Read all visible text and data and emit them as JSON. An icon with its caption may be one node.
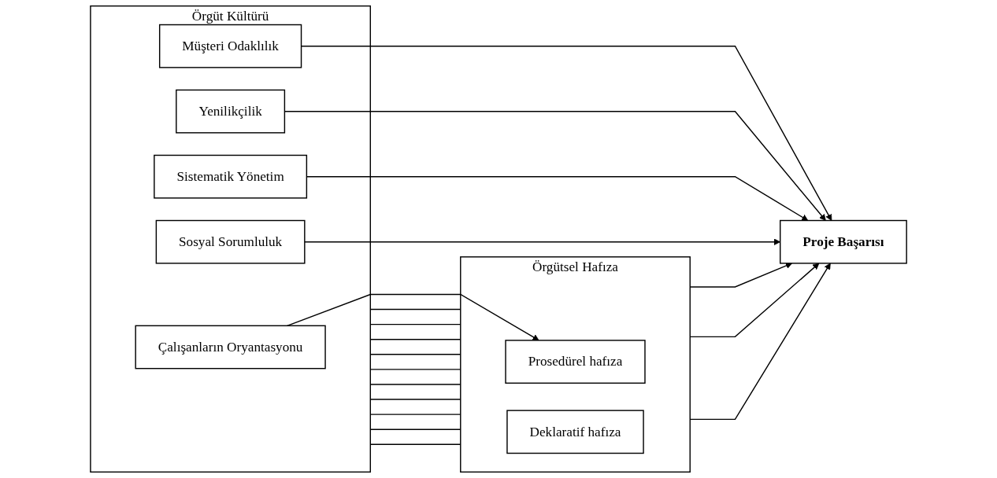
{
  "diagram": {
    "nodes": [
      {
        "text": [
          "Örgüt Kültürü"
        ]
      },
      {
        "text": [
          "Çalışanların Oryantasyonu"
        ],
        "in": 0
      },
      {
        "text": [
          "Müşteri Odaklılık"
        ],
        "in": 0
      },
      {
        "text": [
          "Yenilikçilik"
        ],
        "in": 0
      },
      {
        "text": [
          "Sistematik Yönetim"
        ],
        "in": 0
      },
      {
        "text": [
          "Sosyal Sorumluluk"
        ],
        "in": 0
      },
      {
        "text": [
          "Örgütsel Hafıza"
        ]
      },
      {
        "text": [
          "Prosedürel hafıza"
        ],
        "in": 6
      },
      {
        "text": [
          "Deklaratif hafıza"
        ],
        "in": 6
      },
      {
        "text": [
          "Proje Başarısı"
        ]
      }
    ],
    "edges": [
      {
        "from": 0,
        "to": 6,
        "arrow": "none"
      },
      {
        "from": 0,
        "to": 6,
        "arrow": "none"
      },
      {
        "from": 0,
        "to": 6,
        "arrow": "none"
      },
      {
        "from": 0,
        "to": 6,
        "arrow": "none"
      },
      {
        "from": 0,
        "to": 6,
        "arrow": "none"
      },
      {
        "from": 0,
        "to": 6,
        "arrow": "none"
      },
      {
        "from": 0,
        "to": 6,
        "arrow": "none"
      },
      {
        "from": 0,
        "to": 6,
        "arrow": "none"
      },
      {
        "from": 0,
        "to": 6,
        "arrow": "none"
      },
      {
        "from": 0,
        "to": 6,
        "arrow": "none"
      },
      {
        "from": 1,
        "to": 7,
        "arrow": "to"
      },
      {
        "from": 2,
        "to": 9,
        "arrow": "to"
      },
      {
        "from": 3,
        "to": 9,
        "arrow": "to"
      },
      {
        "from": 4,
        "to": 9,
        "arrow": "to"
      },
      {
        "from": 5,
        "to": 9,
        "arrow": "to"
      },
      {
        "from": 6,
        "to": 9,
        "arrow": "to"
      },
      {
        "from": 6,
        "to": 9,
        "arrow": "to"
      },
      {
        "from": 6,
        "to": 9,
        "arrow": "to"
      }
    ]
  }
}
